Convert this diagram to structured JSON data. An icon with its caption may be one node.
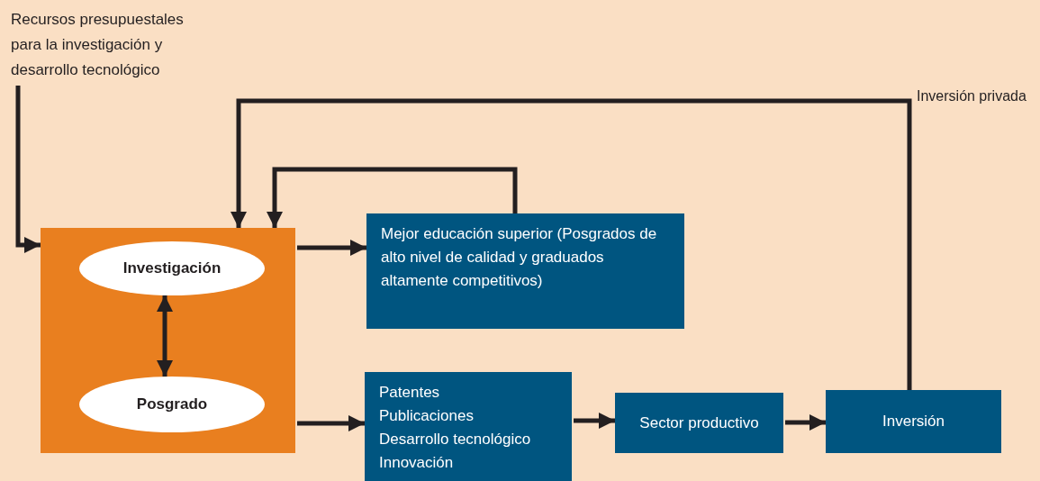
{
  "diagram": {
    "nodes": [
      {
        "text": [
          "Recursos presupuestales para la investigación y desarrollo tecnológico"
        ]
      },
      {
        "text": [],
        "shape": "box"
      },
      {
        "text": [
          "Investigación"
        ],
        "in": 1
      },
      {
        "text": [
          "Posgrado"
        ],
        "in": 1
      },
      {
        "text": [
          "Mejor educación superior (Posgrados de alto nivel de calidad y graduados altamente competitivos)"
        ]
      },
      {
        "text": [
          "Patentes",
          "Publicaciones",
          "Desarrollo tecnológico",
          "Innovación"
        ]
      },
      {
        "text": [
          "Sector productivo"
        ]
      },
      {
        "text": [
          "Inversión"
        ]
      }
    ],
    "edges": [
      {
        "from": 0,
        "to": 1,
        "arrow": "to"
      },
      {
        "from": 7,
        "to": 1,
        "arrow": "to",
        "label": "Inversión privada"
      },
      {
        "from": 4,
        "to": 1,
        "arrow": "to"
      },
      {
        "from": 2,
        "to": 3,
        "arrow": "both"
      },
      {
        "from": 1,
        "to": 4,
        "arrow": "to"
      },
      {
        "from": 1,
        "to": 5,
        "arrow": "to"
      },
      {
        "from": 5,
        "to": 6,
        "arrow": "to"
      },
      {
        "from": 6,
        "to": 7,
        "arrow": "to"
      }
    ]
  }
}
